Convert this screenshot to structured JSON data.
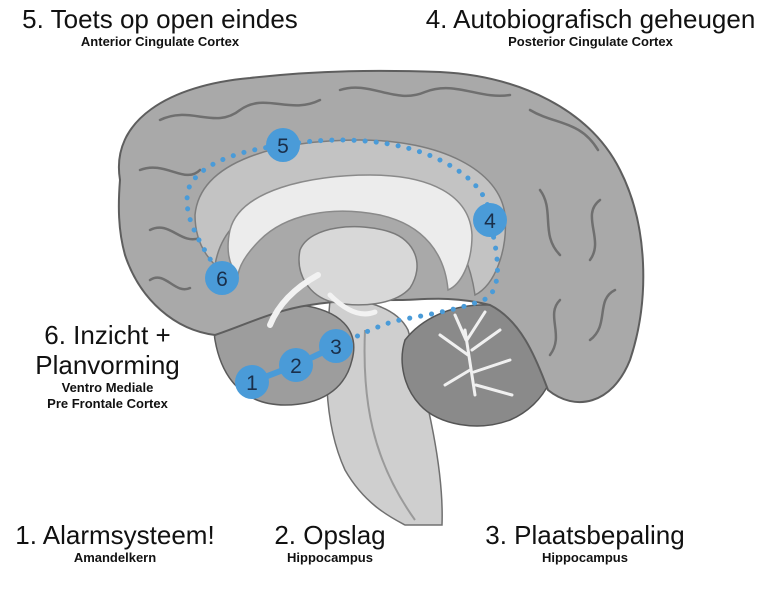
{
  "colors": {
    "accent": "#4a9bd8",
    "number_text": "#1a2f4a",
    "brain_fill": "#a9a9a9",
    "brain_dark": "#6f6f6f",
    "brain_light": "#e4e4e4",
    "background": "#ffffff"
  },
  "labels": {
    "l5": {
      "title": "5. Toets op open eindes",
      "sub": "Anterior Cingulate Cortex"
    },
    "l4": {
      "title": "4. Autobiografisch geheugen",
      "sub": "Posterior Cingulate Cortex"
    },
    "l6": {
      "title1": "6. Inzicht +",
      "title2": "Planvorming",
      "sub1": "Ventro Mediale",
      "sub2": "Pre Frontale Cortex"
    },
    "l1": {
      "title": "1. Alarmsysteem!",
      "sub": "Amandelkern"
    },
    "l2": {
      "title": "2. Opslag",
      "sub": "Hippocampus"
    },
    "l3": {
      "title": "3. Plaatsbepaling",
      "sub": "Hippocampus"
    }
  },
  "markers": [
    {
      "id": "1",
      "label": "1"
    },
    {
      "id": "2",
      "label": "2"
    },
    {
      "id": "3",
      "label": "3"
    },
    {
      "id": "4",
      "label": "4"
    },
    {
      "id": "5",
      "label": "5"
    },
    {
      "id": "6",
      "label": "6"
    }
  ]
}
